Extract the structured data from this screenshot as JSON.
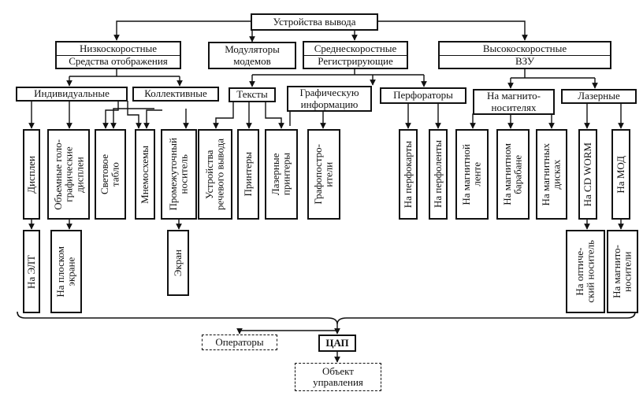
{
  "root": "Устройства вывода",
  "level1": {
    "low": [
      "Низкоскоростные",
      "Средства отображения"
    ],
    "modulators": "Модуляторы\nмодемов",
    "mid": [
      "Среднескоростные",
      "Регистрирующие"
    ],
    "high": [
      "Высокоскоростные",
      "ВЗУ"
    ]
  },
  "level2": {
    "individual": "Индивидуальные",
    "collective": "Коллективные",
    "texts": "Тексты",
    "graphic": "Графическую\nинформацию",
    "perforators": "Перфораторы",
    "magnetic": "На магнито-\nносителях",
    "laser": "Лазерные"
  },
  "level3": {
    "displays": "Дисплеи",
    "holo": "Объемные голо-\nграфические\nдисплеи",
    "board": "Световое\nтабло",
    "mnemo": "Мнемосхемы",
    "intermediate": "Промежуточный\nноситель",
    "speech": "Устройства\nречевого вывода",
    "printers": "Принтеры",
    "laser_printers": "Лазерные\nпринтеры",
    "plotters": "Графопостро-\nители",
    "punch_cards": "На перфокарты",
    "punch_tapes": "На перфоленты",
    "mag_tape": "На магнитной\nленте",
    "mag_drum": "На магнитном\nбарабане",
    "mag_disks": "На магнитных\nдисках",
    "cd_worm": "На CD WORM",
    "mod": "На МОД"
  },
  "level4": {
    "elt": "На ЭЛТ",
    "flat": "На плоском\nэкране",
    "screen": "Экран",
    "optical": "На оптиче-\nский носитель",
    "magneto": "На магнито-\nносители"
  },
  "bottom": {
    "operators": "Операторы",
    "dac": "ЦАП",
    "object": "Объект\nуправления"
  }
}
